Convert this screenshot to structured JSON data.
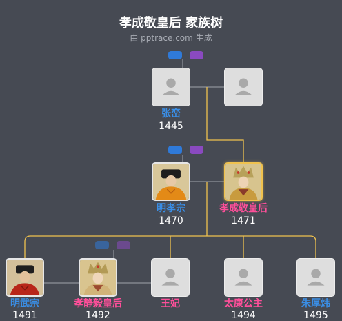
{
  "header": {
    "title": "孝成敬皇后 家族树",
    "subtitle": "由 pptrace.com 生成"
  },
  "colors": {
    "background": "#464a53",
    "male": "#3a8ee6",
    "female": "#ff4f9a",
    "line": "#f0c24e",
    "highlight": "#f0c24e"
  },
  "people": {
    "zhang_luan": {
      "name": "张峦",
      "year": "1445"
    },
    "zhang_luan_spouse": {
      "name": "",
      "year": ""
    },
    "ming_xiaozong": {
      "name": "明孝宗",
      "year": "1470"
    },
    "empress_xiaocheng": {
      "name": "孝成敬皇后",
      "year": "1471"
    },
    "ming_wuzong": {
      "name": "明武宗",
      "year": "1491"
    },
    "empress_xiaojingyi": {
      "name": "孝静毅皇后",
      "year": "1492"
    },
    "consort_wang": {
      "name": "王妃",
      "year": ""
    },
    "princess_taikang": {
      "name": "太康公主",
      "year": "1494"
    },
    "zhu_houwei": {
      "name": "朱厚炜",
      "year": "1495"
    }
  }
}
